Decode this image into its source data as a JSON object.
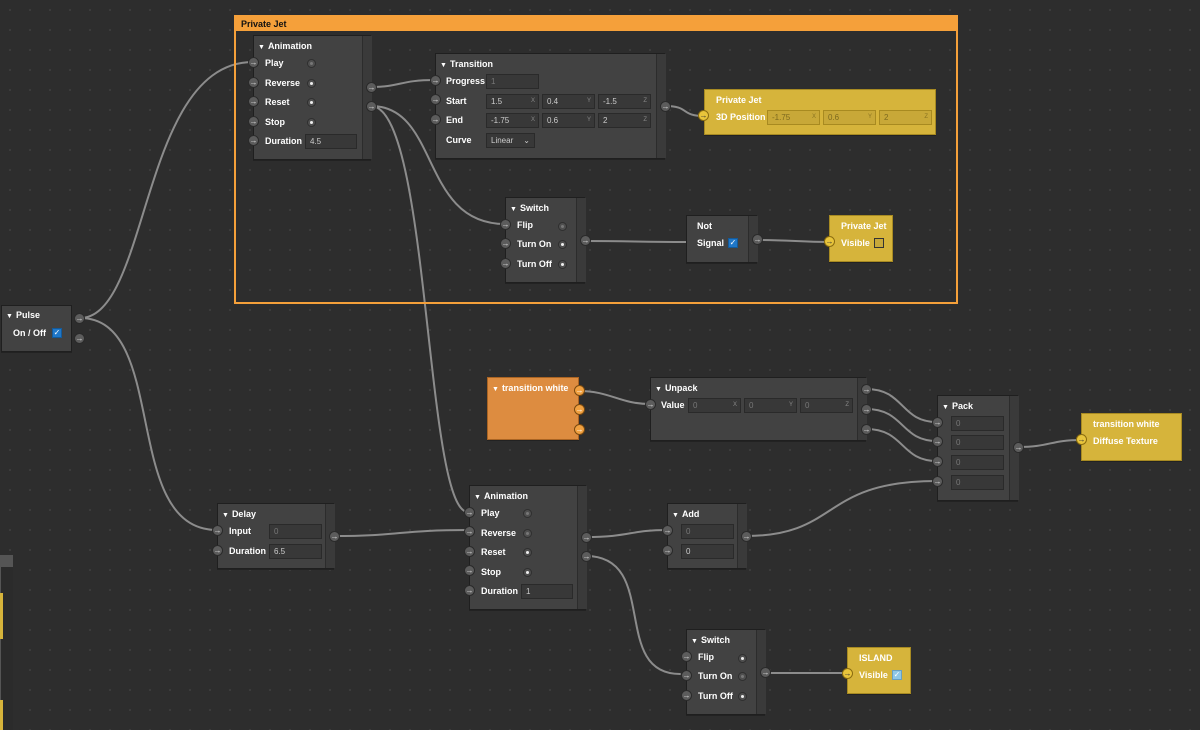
{
  "group": {
    "title": "Private Jet"
  },
  "pulse": {
    "title": "Pulse",
    "on_off": "On / Off"
  },
  "anim1": {
    "title": "Animation",
    "play": "Play",
    "reverse": "Reverse",
    "reset": "Reset",
    "stop": "Stop",
    "duration": "Duration",
    "duration_value": "4.5"
  },
  "transition": {
    "title": "Transition",
    "progress": "Progress",
    "progress_value": "1",
    "start": "Start",
    "start_x": "1.5",
    "start_y": "0.4",
    "start_z": "-1.5",
    "end": "End",
    "end_x": "-1.75",
    "end_y": "0.6",
    "end_z": "2",
    "curve": "Curve",
    "curve_value": "Linear",
    "ax_x": "X",
    "ax_y": "Y",
    "ax_z": "Z"
  },
  "jetpos": {
    "title": "Private Jet",
    "label": "3D Position",
    "x": "-1.75",
    "y": "0.6",
    "z": "2"
  },
  "switch1": {
    "title": "Switch",
    "flip": "Flip",
    "turn_on": "Turn On",
    "turn_off": "Turn Off"
  },
  "not": {
    "title": "Not",
    "signal": "Signal"
  },
  "jetvis": {
    "title": "Private Jet",
    "label": "Visible"
  },
  "transwhite": {
    "title": "transition white"
  },
  "unpack": {
    "title": "Unpack",
    "value": "Value",
    "x": "0",
    "y": "0",
    "z": "0"
  },
  "pack": {
    "title": "Pack",
    "v1": "0",
    "v2": "0",
    "v3": "0",
    "v4": "0"
  },
  "diffuse": {
    "title": "transition white",
    "label": "Diffuse Texture"
  },
  "delay": {
    "title": "Delay",
    "input": "Input",
    "input_value": "0",
    "duration": "Duration",
    "duration_value": "6.5"
  },
  "anim2": {
    "title": "Animation",
    "play": "Play",
    "reverse": "Reverse",
    "reset": "Reset",
    "stop": "Stop",
    "duration": "Duration",
    "duration_value": "1"
  },
  "add": {
    "title": "Add",
    "a": "0",
    "b": "0"
  },
  "switch2": {
    "title": "Switch",
    "flip": "Flip",
    "turn_on": "Turn On",
    "turn_off": "Turn Off"
  },
  "island": {
    "title": "ISLAND",
    "label": "Visible"
  },
  "colors": {
    "group_border": "#f5a03a",
    "node_bg": "#424242",
    "yellow_node": "#d6b43b",
    "orange_node": "#dd8c40",
    "canvas": "#2d2d2d",
    "check_blue": "#1f77c8"
  }
}
